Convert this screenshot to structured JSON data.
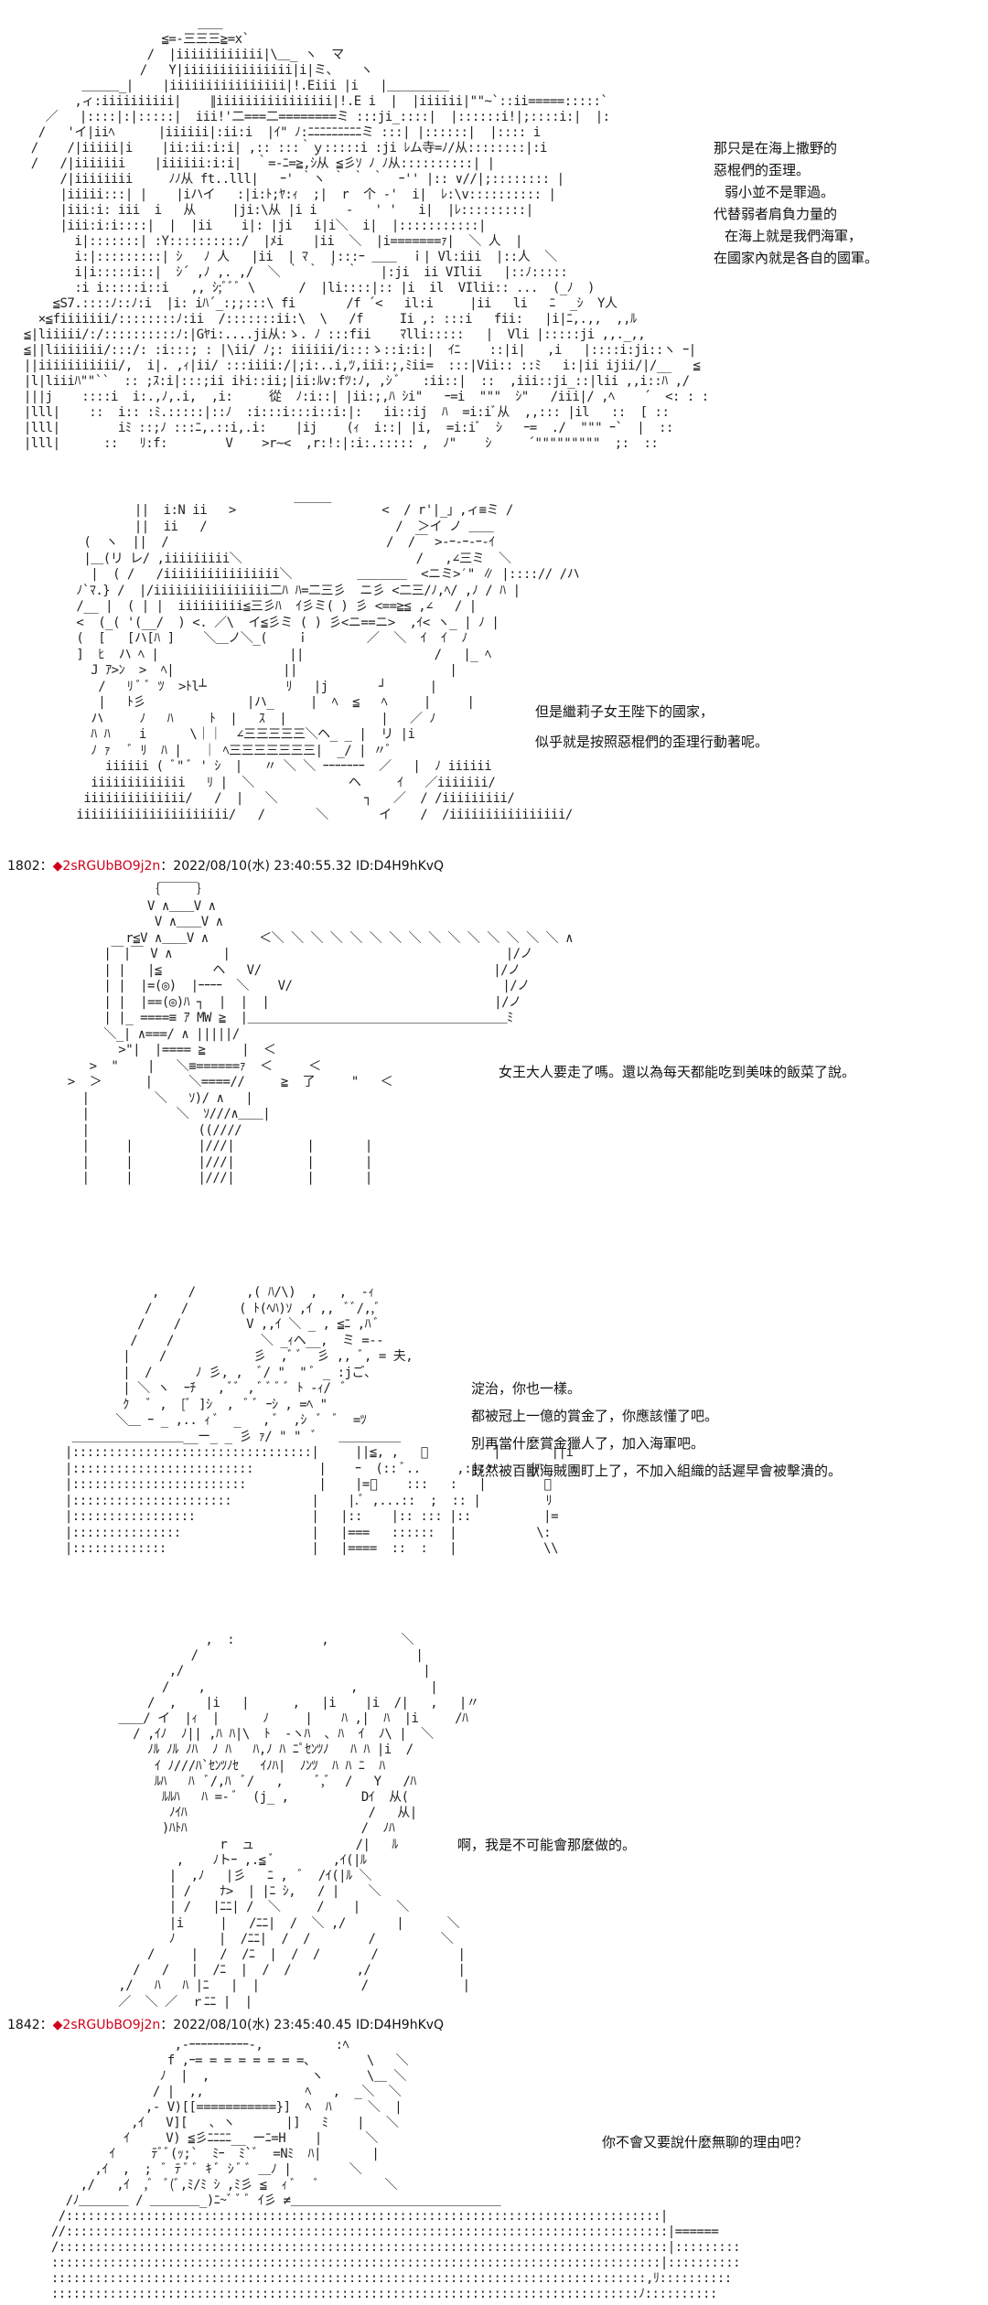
{
  "panels": [
    {
      "id": "p1",
      "art": "                          ＿＿\n                     ≦=-三三三≧=x`\n                   /  |iiiiiiiiiiii|\\＿_ ヽ  マ\n                  /   Y|iiiiiiiiiiiiiii|i|ミ、   ヽ\n          ＿＿＿_|    |iiiiiiiiiiiiiiii|!.Eiii |i   |＿＿＿＿＿\n         ,ィ:iiiiiiiiii|    ∥iiiiiiiiiiiiiiii|!.E i  |  |iiiiii|\"\"~`::ii=====:::::`\n     ／   |::::|:|:::::|  iii!'二===二========ミ :::ji_::::|  |::::::i!|;::::i:|  |:\n    /   'イ|iiﾍ      |iiiiii|:ii:i  |ｲ\" ﾉ:ﾆﾆﾆﾆﾆﾆﾆﾆﾆミ :::| |::::::|  |:::: i\n   /    /|iiiii|i    |ii:ii:i:i| ,:: :::｀ｙ:::::i :ji ﾚム寺=ﾉ/从::::::::|:i\n   /   /|iiiiiii    |iiiiii:i:i|  ｀=-ﾆ=≧,ｼ从 ≦彡ｿ ﾉ ﾉ从::::::::::| |\n       /|iiiiiiii     ﾉﾉ从 ft..lll|   ｰ' ｀ヽ ｀ ｀ ｀  ｰ'' |:: ∨//|;:::::::: |\n       |iiiii:::| |    |iハイ   :|i:ﾄ;ﾔ:ｨ  ;|  r  个 -'  i|  ﾚ:\\v:::::::::: |\n       |iii:i: iii  i   从     |ji:\\从 |i i    -   ' '   i|  |ﾚ:::::::::|\n       |iii:i:i::::|  |  |ii    i|: |ji   i|i＼  i|  |:::::::::::|\n         i|:::::::| :Y::::::::::/  |ﾒi    |ii  ＼  |i=======ｧ|  ＼ 人  |\n         i:|:::::::::| ｼ   ﾉ 人   |ii  | ﾏ   |:::ｰ ＿＿  ｉ| Vl:iii  |::人  ＼\n         i|i:::::i::|  ｼ´ ,ﾉ ,. ,/  ＼ ｀ ｀ ｀ ｀   |:ji  ii VIlii   |::ﾉ:::::\n         :i i:::::i::i   ,, ｼ;ﾞﾞﾞ \\      /  |li::::|:: |i  il  VIlii:: ...  (_ﾉ  )\n      ≦S7.::::ﾉ::ﾉ:i  |i: iﾊ´_:;;:::\\ fi       /f ´<   il:i     |ii   li   ﾆ  _ｼ  Y人\n    ×≦fiiiiiii/::::::::ﾉ:ii  /:::::::ii:\\  \\   /f     Ii ,: :::i   fii:   |i|ﾆ,.,,  ,,ﾙ\n  ≦|liiiii/:/::::::::::ﾉ:|Gﾔi:....ji从:ゝ. ﾉ :::fii    ﾏlli:::::   |  Vli |:::::ji ,,._,,\n  ≦||liiiiiii/:::/: :i:::; : |\\ii/ ﾉ;: iiiiii/i:::ゝ::i:i:|  ｲﾆ    ::|i|   ,i   |::::i:ji::ヽ ｰ|\n  ||iiiiiiiiiii/,  i|. ,ｨ|ii/ :::iiii:/|;i:..i,ﾂ,iii:;,ﾐii=  :::|Vii:: ::ﾐ   i:|ii ijii/|/__   ≦\n  |l|liiiﾊ\"\"``  :: ;ｽ:i|:::;ii iﾄi::ii;|ii:ﾙv:fﾂ:ﾉ, ,ｼ ﾞ   :ii::|  ::  ,iii::ji_::|lii ,,i::ﾊ ,/\n  |||j    ::::i  i:.,ﾉ,.i,  ,i:     從  ﾉ:i::| |ii:;,ﾊ ｼi\"   ｰ=i  \"\"\"  ｼ\"   /iii|/ ,ﾍ    ´  <: : :\n  |lll|    ::  i:: :ﾐ.:::::|::ﾉ  :i:::i:::i::i:|:   ii::ij  ﾊ  =i:iﾞ从  ,,::: |il   ::  [ ::\n  |lll|        iﾐ ::;ﾉ :::ﾆ,.::i,.i:    |ij    (ｨ  i::| |i,  =i:iﾞ  ｼ   ｰ=  ./  \"\"\" ｰ`  |  ::\n  |lll|      ::   ﾘ:f:        V    >r~<  ,r:!:|:i:.::::: ,  ﾉ\"    ｼ     ´\"\"\"\"\"\"\"\"\"  ;:  ::",
      "dialogue": [
        "那只是在海上撒野的",
        "惡棍們的歪理。",
        "弱小並不是罪過。",
        "代替弱者肩負力量的",
        "在海上就是我們海軍，",
        "在國家內就是各自的國軍。"
      ]
    },
    {
      "id": "p2",
      "art": "                ||  i:N ii   >        ￣￣￣       <  / r'|_」,ィ≡ミ /\n                ||  ii   /                          /  ＞イ ノ ＿＿\n         (  ヽ  ||  /                              /  /￣ >-ｰ-ｰ-ｰ-ｲ\n         |＿(リ レ/ ,iiiiiiiii＼                        /   ,∠三ミ  ＼\n          |  ( /   /iiiiiiiiiiiiiiii＼         ＿＿＿＿  <ニミ>′\" ∥ |::::// /ハ\n        ﾉ`ﾏ.} /  |/iiiiiiiiiiiiiiii二ﾊ ﾊ=二三彡  ニ彡 <二三/ﾉ,ﾍ/ ,ﾉ / ﾊ |\n        /__ |  ( | |  iiiiiiiii≦三彡ﾊ  ｲ彡ミ( ) 彡 <==≧≦ ,∠   / |\n        <  (_( '(__/  ) <. ／\\  イ≦彡ミ ( ) 彡<ニ==ニ>  ,ｲ< ヽ_ | ﾉ |\n        (  [   [ハ[ﾊ ]    ＼＿ノ＼_(    ｉ        ／  ＼  ｲ  ｲ  ﾉ\n        ]  ﾋ  ハ ﾍ |                  ||                  /   |_ ﾍ\n          J ｱ>ﾝ  >  ﾍ|               ||                     |\n           /   ﾘ ﾞ ﾞ ﾂ  >ﾄl┴           ﾘ   |j       ┘      |\n           |   ﾄ彡              |ハ_     |  ﾍ  ≦   ﾍ     |     |\n          ハ     ﾉ   ﾊ     ﾄ  |   ｽ  |             |   ／ ﾉ\n          ﾊ ﾊ    i      \\｜｜  ∠三三三三三＼ヘ_ _ |  リ |i\n          ﾉ ｧ   ﾞ ﾘ  ﾊ |   ｜ ﾍ三三三三三三三|  _/ | 〃ﾞ\n            iiiiii ( ﾞ\" ﾞ ' ｼ  |   〃 ＼ ＼ ｰｰｰｰｰｰｰ  ／   |  ﾉ iiiiii\n          iiiiiiiiiiiii   ﾘ |  ＼             ヘ     ｲ   ／iiiiiii/\n         iiiiiiiiiiiiii/   /  |   ＼            ┐   ／  / /iiiiiiiii/\n        iiiiiiiiiiiiiiiiiiiii/   /       ＼       イ    /  /iiiiiiiiiiiiiiii/",
      "dialogue": [
        "但是繼莉子女王陛下的國家，",
        "似乎就是按照惡棍們的歪理行動著呢。"
      ]
    },
    {
      "id": "p3",
      "post_number": "1802",
      "post_separator": "：",
      "post_diamond": "◆",
      "post_trip": "2sRGUbBO9j2n",
      "post_meta": "：2022/08/10(水) 23:40:55.32 ID:D4H9hKvQ",
      "art": "              ｛￣￣￣｝\n              V ∧＿＿V ∧\n               V ∧＿＿V ∧\n           r≦V ∧＿＿V ∧       ＜＼ ＼ ＼ ＼ ＼ ＼ ＼ ＼ ＼ ＼ ＼ ＼ ＼ ＼ ＼ ∧\n        |￣|￣ V ∧       |                                      |/ノ\n        | |   |≦       ヘ   V/                                |/ノ\n        | |  |=(◎)  |ｰｰｰｰ  ＼    V/                             |/ノ\n        | |  |==(◎)ﾊ ┐  |  |  |                               |/ノ\n        | |_ ====≡ ｱ MW ≧  |＿＿＿＿＿＿＿＿＿＿＿＿＿＿＿＿＿＿＿＿＿ﾐ\n        ＼_| ∧===/ ∧ |||||/\n          >\"|  |==== ≧     |  ＜\n      >  \"    |   ＼≡======ｧ  ＜     ＜\n   >  ＞      |     ＼====//     ≧  了     \"   ＜\n     |         ＼   ｿ)/ ∧   |\n     |            ＼  ｿ///∧＿＿|\n     |               ((////\n     |     |         |///|          |       |\n     |     |         |///|          |       |\n     |     |         |///|          |       |",
      "dialogue": [
        "女王大人要走了嗎。還以為每天都能吃到美味的飯菜了說。"
      ]
    },
    {
      "id": "p4",
      "art": "              ,    /       ,( ﾊ/\\)  ,   ,  -ｨ\n             /    /       ( ﾄ(ﾍﾊ)ｿ ,ｲ ,,  ﾞﾞ/,,ﾞ\n            /    /         V ,,ｲ ＼ _ , ≦ﾆ ,ﾊ ﾞ\n           /    /            ＼ _ｨへ__,  ミ =--\n          |    /            彡  ,ﾞ ﾞ  彡 ,, ﾞ, = 夫,\n          |  /      ﾉ 彡, ,  ﾞ/ \"  \" ﾞ _ :jご、\n          | ＼ ヽ  ｰﾁ   , ﾞﾞ , ﾞ ﾞ ﾞ ﾞ ﾄ -ｨ/  ﾞ\n          ｸ   ﾞ ,  [ﾞ ]ｼ  ,  ﾞ ﾞ ｰｼ , =ﾍ \"\n         ＼＿ ｰ _ ,.. ｨ ﾞ  _   , ﾞ  ,ｼ  ﾞ  ﾞ  =ﾂ\n   ＿＿＿＿＿＿＿＿＿__ー_ _ 彡 ｧ/ \" \"  ﾞ   ＿＿＿＿＿\n  |:::::::::::::::::::::::::::::::::|     ||≦, ,   ﾞ         |       ||i\n  |:::::::::::::::::::::::::         |    ｰ  (:: ﾞ..     ,:|::     |ﾊ\n  |::::::::::::::::::::::::          |    |=ﾞ    :::   :   |        ＼\n  |::::::::::::::::::::::           |    |.ﾞ ,...::  ;  :: |         ﾘ\n  |:::::::::::::::::                |   |::    |:: ::: |::          |=\n  |:::::::::::::::                  |   |===   ::::::  |           \\:\n  |:::::::::::::                    |   |====  ::  :   |            \\\\",
      "dialogue": [
        "淀治，你也一樣。",
        "都被冠上一億的賞金了，你應該懂了吧。",
        "別再當什麼賞金獵人了，加入海軍吧。",
        "既然被百獸海賊團盯上了，不加入組織的話遲早會被擊潰的。"
      ]
    },
    {
      "id": "p5",
      "art": "                      ,  :            ,          ＼\n                    /                              |\n                 ,/                                 |\n                /    ,                    ,          |\n              /  ,    |i   |      ,   |i    |i  /|   ,   |〃\n          ＿＿/ イ  |ｨ  |      ﾉ     |    ﾊ ,|  ﾊ  |i     /ﾊ\n            / ,ｲﾉ  ﾉ|| ,ﾊ ﾊ|\\  ﾄ  -ヽﾊ  ､ ﾊ  ｲ  ﾉ\\ |  ＼\n              ﾉﾙ ﾉﾙ ﾉﾊ  ﾉ ﾊ   ﾊ,ﾉ ﾊ ﾆﾟｾﾝﾂﾉ   ﾊ ﾊ |i  /\n               ｲ ﾉ///ﾊ`ｾﾝﾂﾉｾ   ｲﾉﾊ|  ﾉﾝﾂ  ﾊ ﾊ ﾆ  ﾊ\n               ﾙﾊ   ﾊ  ﾞ/,ﾊ  ﾞ/   ,     ﾞ,ﾞ  /   Y   /ﾊ\n                ﾙﾙﾊ   ﾊ =- ﾞ  (j_ ,          Dｲ  从(\n                 ﾉｲﾊ                         /   从|\n                )ﾊﾄﾊ                        /  ﾉﾊ\n                        r  ュ              /|   ﾙ\n                  ,    ﾉトｰ ,.≦ ﾞ        ,ｲ(|ﾙ\n                 |  ,ﾉ   |彡   ﾆ ,  ﾞ  /ｲ(|ﾙ ＼\n                 | /    ﾅ>  | |ﾆ ｼ,   / |    ＼\n                 | /   |ﾆﾆ| /  ＼     /    |     ＼\n                 |i     |   /ﾆﾆ|  /  ＼ ,/       |      ＼\n                 ﾉ      |  /ﾆﾆ|  /  /        /         ＼\n              /     |   /  /ﾆ  |  /  /       /           |\n            /   /   |  /ﾆ  |  /  /         ,/            |\n          ,/   ﾊ   ﾊ |ﾆ   |  |              /             |\n          ／  ＼ ／  ｒﾆﾆ |  |",
      "dialogue": [
        "啊，我是不可能會那麼做的。"
      ]
    },
    {
      "id": "p6",
      "post_number": "1842",
      "post_separator": "：",
      "post_diamond": "◆",
      "post_trip": "2sRGUbBO9j2n",
      "post_meta": "：2022/08/10(水) 23:45:40.45 ID:D4H9hKvQ",
      "art": "                   ,-ｰｰｰｰｰｰｰｰｰｰ-,          :ﾍ\n                  f ,ｰ= = = = = = = =、       \\   ＼\n                 ﾉ  |  ,              ヽ      \\＿ ＼\n                / |  ,,              ﾍ   ,  _＼  ＼\n               ,- V)[[===========}]  ﾍ  ﾊ     ＼  |\n             ,ｲ   V][   ､ ヽ       |]   ﾐ    |   ＼\n            ｲ     V) ≦彡ﾆﾆﾆﾆ__ ーﾆ=H    |      ＼\n          ｲ     ﾃﾞﾞ(ｯ;`  ﾐｰ  ﾐ`ﾞ  =Nﾐ  ﾊ|       |\n        ,ｲ  ,  ;  ﾞ ﾃ ﾞ ﾞ ｷ ﾞ ｼ ﾞ ﾞ ＿ﾉ |        ＼\n      ,/   ,ｲ  ,ﾞ  ﾞ(ﾞ,ﾐ/ﾐ ｼ ,ﾐ彡 ≦  ｨ ﾞ   ﾞ         ＼\n    /ﾉ＿＿＿＿ / ＿＿＿＿_)ﾆ~ﾞ ﾞ ﾞ ｲ彡 ≠＿＿＿＿＿＿＿＿＿＿＿＿＿＿＿＿＿\n   /::::::::::::::::::::::::::::::::::::::::::::::::::::::::::::::::::::::::::::::::::|\n  //:::::::::::::::::::::::::::::::::::::::::::::::::::::::::::::::::::::::::::::::::::|======\n  /::::::::::::::::::::::::::::::::::::::::::::::::::::::::::::::::::::::::::::::::::::|:::::::::\n  ::::::::::::::::::::::::::::::::::::::::::::::::::::::::::::::::::::::::::::::::::::|::::::::::\n  ::::::::::::::::::::::::::::::::::::::::::::::::::::::::::::::::::::::::::::::::::,ﾘ::::::::::\n  :::::::::::::::::::::::::::::::::::::::::::::::::::::::::::::::::::::::::::::::::ﾉ::::::::::",
      "dialogue": [
        "你不會又要說什麼無聊的理由吧？"
      ]
    }
  ]
}
